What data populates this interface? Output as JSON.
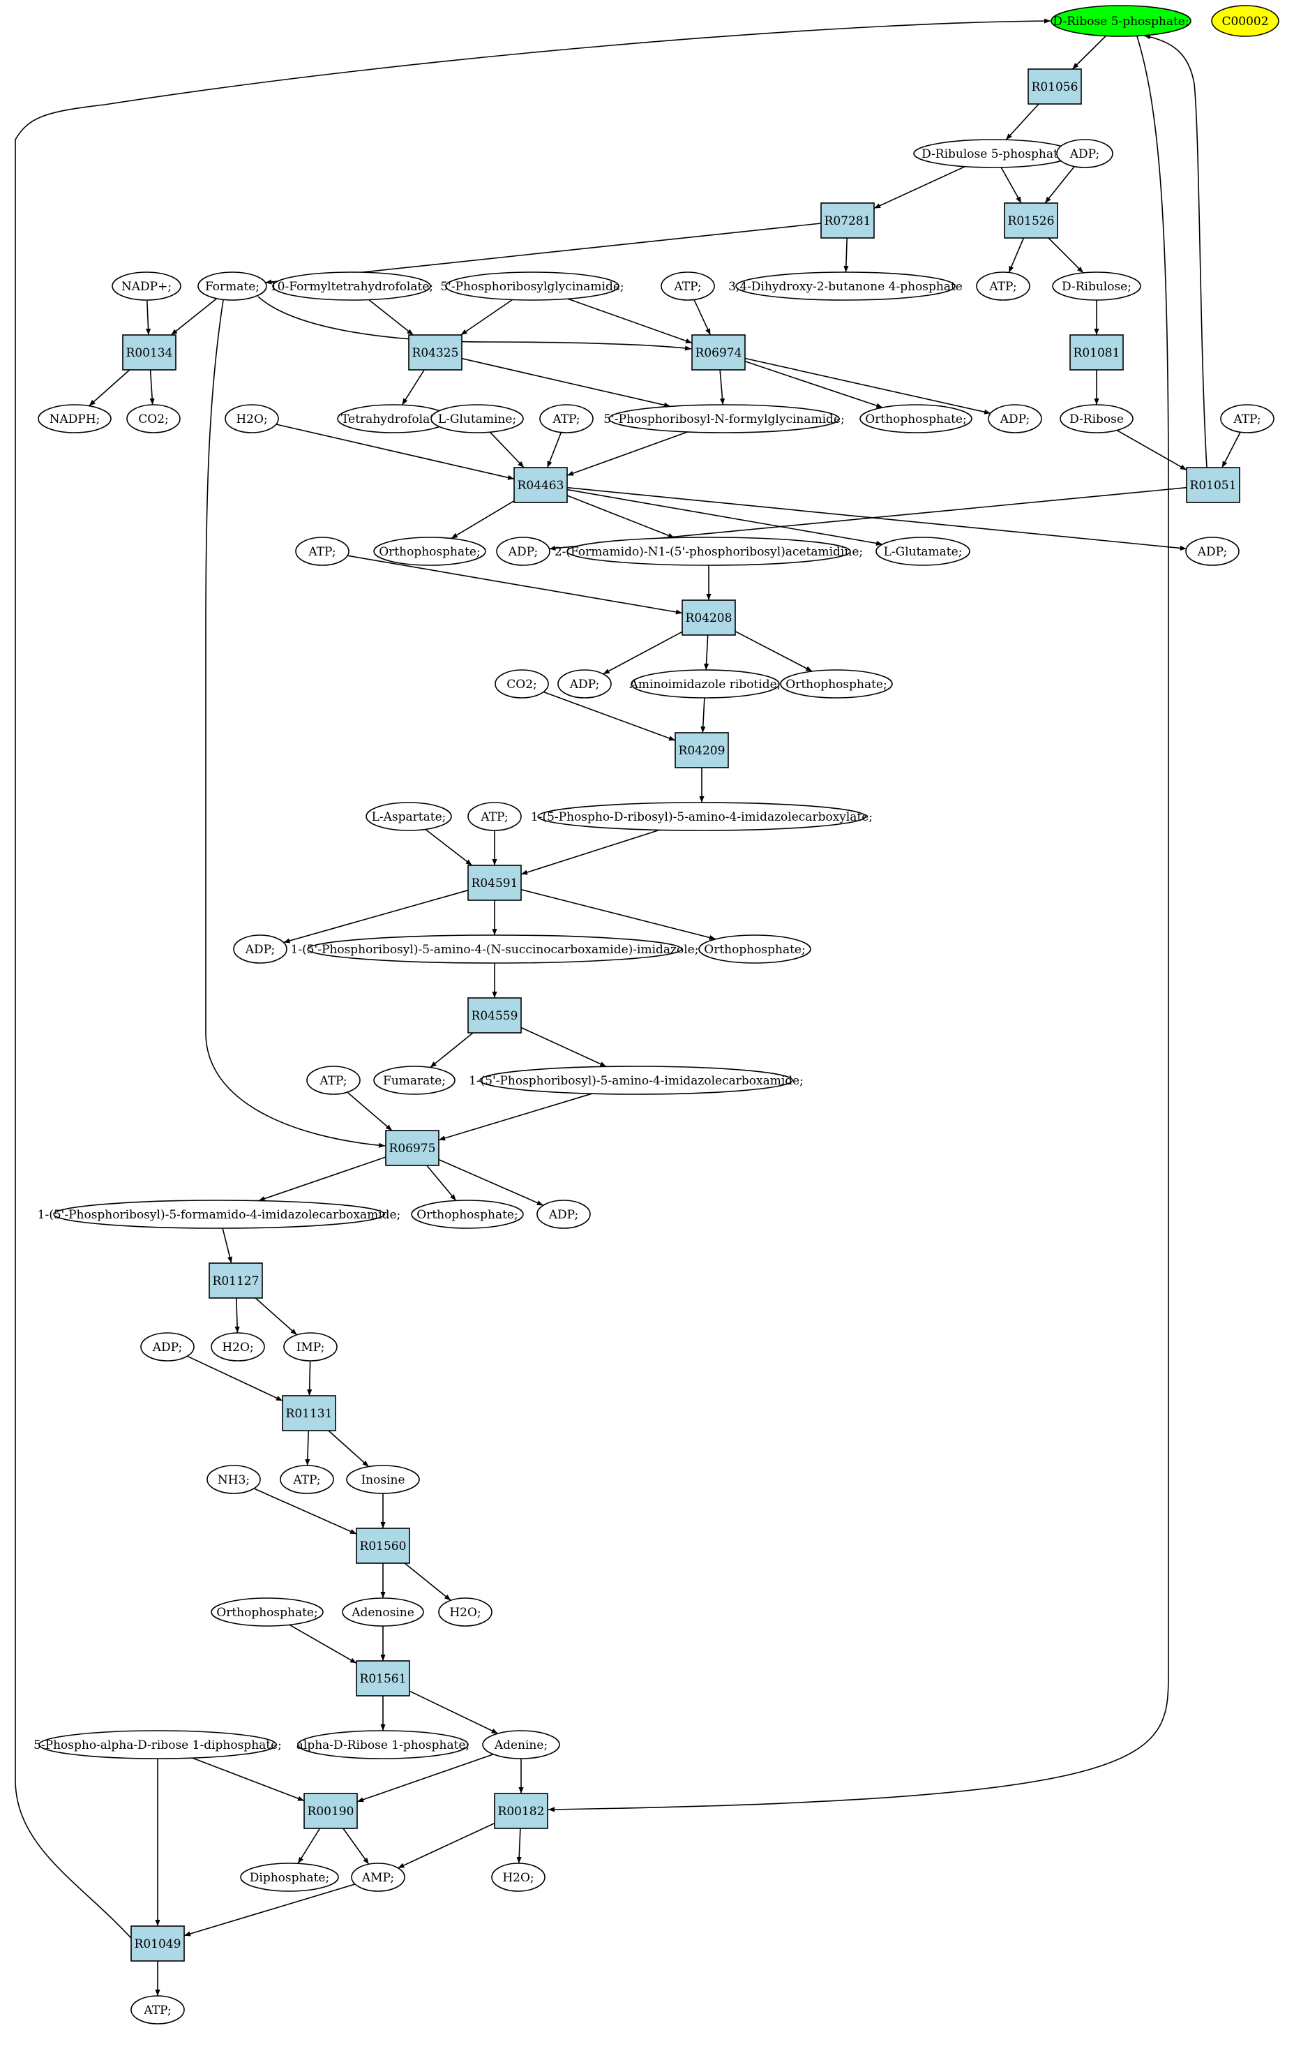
{
  "colors": {
    "reaction": "#add8e6",
    "compound": "#ffffff",
    "start": "#00ff00",
    "target": "#ffff00",
    "stroke": "#000000"
  },
  "nodes": [
    {
      "id": "c_r5p_top",
      "label": "D-Ribose 5-phosphate;",
      "kind": "compound",
      "role": "start"
    },
    {
      "id": "c_c00002",
      "label": "C00002",
      "kind": "compound",
      "role": "target"
    },
    {
      "id": "r_R01056",
      "label": "R01056",
      "kind": "reaction"
    },
    {
      "id": "c_ru5p",
      "label": "D-Ribulose 5-phosphate",
      "kind": "compound"
    },
    {
      "id": "c_adp_1",
      "label": "ADP;",
      "kind": "compound"
    },
    {
      "id": "r_R07281",
      "label": "R07281",
      "kind": "reaction"
    },
    {
      "id": "r_R01526",
      "label": "R01526",
      "kind": "reaction"
    },
    {
      "id": "c_nadp",
      "label": "NADP+;",
      "kind": "compound"
    },
    {
      "id": "c_formate",
      "label": "Formate;",
      "kind": "compound"
    },
    {
      "id": "c_10fthf",
      "label": "10-Formyltetrahydrofolate;",
      "kind": "compound"
    },
    {
      "id": "c_gar",
      "label": "5'-Phosphoribosylglycinamide;",
      "kind": "compound"
    },
    {
      "id": "c_atp_1",
      "label": "ATP;",
      "kind": "compound"
    },
    {
      "id": "c_dhbp",
      "label": "3,4-Dihydroxy-2-butanone 4-phosphate",
      "kind": "compound"
    },
    {
      "id": "c_atp_2",
      "label": "ATP;",
      "kind": "compound"
    },
    {
      "id": "c_ribulose",
      "label": "D-Ribulose;",
      "kind": "compound"
    },
    {
      "id": "r_R00134",
      "label": "R00134",
      "kind": "reaction"
    },
    {
      "id": "r_R04325",
      "label": "R04325",
      "kind": "reaction"
    },
    {
      "id": "r_R06974",
      "label": "R06974",
      "kind": "reaction"
    },
    {
      "id": "r_R01081",
      "label": "R01081",
      "kind": "reaction"
    },
    {
      "id": "c_nadph",
      "label": "NADPH;",
      "kind": "compound"
    },
    {
      "id": "c_co2_1",
      "label": "CO2;",
      "kind": "compound"
    },
    {
      "id": "c_h2o_1",
      "label": "H2O;",
      "kind": "compound"
    },
    {
      "id": "c_thf",
      "label": "Tetrahydrofolate;",
      "kind": "compound"
    },
    {
      "id": "c_gln",
      "label": "L-Glutamine;",
      "kind": "compound"
    },
    {
      "id": "c_atp_3",
      "label": "ATP;",
      "kind": "compound"
    },
    {
      "id": "c_fgar",
      "label": "5'-Phosphoribosyl-N-formylglycinamide;",
      "kind": "compound"
    },
    {
      "id": "c_pi_1",
      "label": "Orthophosphate;",
      "kind": "compound"
    },
    {
      "id": "c_adp_2",
      "label": "ADP;",
      "kind": "compound"
    },
    {
      "id": "c_ribose",
      "label": "D-Ribose",
      "kind": "compound"
    },
    {
      "id": "c_atp_4",
      "label": "ATP;",
      "kind": "compound"
    },
    {
      "id": "r_R04463",
      "label": "R04463",
      "kind": "reaction"
    },
    {
      "id": "r_R01051",
      "label": "R01051",
      "kind": "reaction"
    },
    {
      "id": "c_pi_2",
      "label": "Orthophosphate;",
      "kind": "compound"
    },
    {
      "id": "c_adp_3",
      "label": "ADP;",
      "kind": "compound"
    },
    {
      "id": "c_fgam",
      "label": "2-(Formamido)-N1-(5'-phosphoribosyl)acetamidine;",
      "kind": "compound"
    },
    {
      "id": "c_glu",
      "label": "L-Glutamate;",
      "kind": "compound"
    },
    {
      "id": "c_adp_4",
      "label": "ADP;",
      "kind": "compound"
    },
    {
      "id": "c_atp_5",
      "label": "ATP;",
      "kind": "compound"
    },
    {
      "id": "r_R04208",
      "label": "R04208",
      "kind": "reaction"
    },
    {
      "id": "c_adp_5",
      "label": "ADP;",
      "kind": "compound"
    },
    {
      "id": "c_air",
      "label": "Aminoimidazole ribotide;",
      "kind": "compound"
    },
    {
      "id": "c_pi_3",
      "label": "Orthophosphate;",
      "kind": "compound"
    },
    {
      "id": "c_co2_2",
      "label": "CO2;",
      "kind": "compound"
    },
    {
      "id": "r_R04209",
      "label": "R04209",
      "kind": "reaction"
    },
    {
      "id": "c_cair",
      "label": "1-(5-Phospho-D-ribosyl)-5-amino-4-imidazolecarboxylate;",
      "kind": "compound"
    },
    {
      "id": "c_asp",
      "label": "L-Aspartate;",
      "kind": "compound"
    },
    {
      "id": "c_atp_6",
      "label": "ATP;",
      "kind": "compound"
    },
    {
      "id": "r_R04591",
      "label": "R04591",
      "kind": "reaction"
    },
    {
      "id": "c_adp_6",
      "label": "ADP;",
      "kind": "compound"
    },
    {
      "id": "c_saicar",
      "label": "1-(5'-Phosphoribosyl)-5-amino-4-(N-succinocarboxamide)-imidazole;",
      "kind": "compound"
    },
    {
      "id": "c_pi_4",
      "label": "Orthophosphate;",
      "kind": "compound"
    },
    {
      "id": "r_R04559",
      "label": "R04559",
      "kind": "reaction"
    },
    {
      "id": "c_fumarate",
      "label": "Fumarate;",
      "kind": "compound"
    },
    {
      "id": "c_aicar",
      "label": "1-(5'-Phosphoribosyl)-5-amino-4-imidazolecarboxamide;",
      "kind": "compound"
    },
    {
      "id": "c_atp_7",
      "label": "ATP;",
      "kind": "compound"
    },
    {
      "id": "r_R06975",
      "label": "R06975",
      "kind": "reaction"
    },
    {
      "id": "c_faicar",
      "label": "1-(5'-Phosphoribosyl)-5-formamido-4-imidazolecarboxamide;",
      "kind": "compound"
    },
    {
      "id": "c_pi_5",
      "label": "Orthophosphate;",
      "kind": "compound"
    },
    {
      "id": "c_adp_7",
      "label": "ADP;",
      "kind": "compound"
    },
    {
      "id": "r_R01127",
      "label": "R01127",
      "kind": "reaction"
    },
    {
      "id": "c_adp_8",
      "label": "ADP;",
      "kind": "compound"
    },
    {
      "id": "c_h2o_2",
      "label": "H2O;",
      "kind": "compound"
    },
    {
      "id": "c_imp",
      "label": "IMP;",
      "kind": "compound"
    },
    {
      "id": "r_R01131",
      "label": "R01131",
      "kind": "reaction"
    },
    {
      "id": "c_nh3",
      "label": "NH3;",
      "kind": "compound"
    },
    {
      "id": "c_atp_8",
      "label": "ATP;",
      "kind": "compound"
    },
    {
      "id": "c_inosine",
      "label": "Inosine",
      "kind": "compound"
    },
    {
      "id": "r_R01560",
      "label": "R01560",
      "kind": "reaction"
    },
    {
      "id": "c_pi_6",
      "label": "Orthophosphate;",
      "kind": "compound"
    },
    {
      "id": "c_adenosine",
      "label": "Adenosine",
      "kind": "compound"
    },
    {
      "id": "c_h2o_3",
      "label": "H2O;",
      "kind": "compound"
    },
    {
      "id": "r_R01561",
      "label": "R01561",
      "kind": "reaction"
    },
    {
      "id": "c_prpp",
      "label": "5-Phospho-alpha-D-ribose 1-diphosphate;",
      "kind": "compound"
    },
    {
      "id": "c_r1p",
      "label": "alpha-D-Ribose 1-phosphate;",
      "kind": "compound"
    },
    {
      "id": "c_adenine",
      "label": "Adenine;",
      "kind": "compound"
    },
    {
      "id": "r_R00190",
      "label": "R00190",
      "kind": "reaction"
    },
    {
      "id": "r_R00182",
      "label": "R00182",
      "kind": "reaction"
    },
    {
      "id": "c_ppi",
      "label": "Diphosphate;",
      "kind": "compound"
    },
    {
      "id": "c_amp",
      "label": "AMP;",
      "kind": "compound"
    },
    {
      "id": "c_h2o_4",
      "label": "H2O;",
      "kind": "compound"
    },
    {
      "id": "r_R01049",
      "label": "R01049",
      "kind": "reaction"
    },
    {
      "id": "c_atp_9",
      "label": "ATP;",
      "kind": "compound"
    }
  ],
  "edges": [
    {
      "from": "c_r5p_top",
      "to": "r_R01056"
    },
    {
      "from": "r_R01056",
      "to": "c_ru5p"
    },
    {
      "from": "c_ru5p",
      "to": "r_R07281"
    },
    {
      "from": "c_ru5p",
      "to": "r_R01526"
    },
    {
      "from": "c_adp_1",
      "to": "r_R01526"
    },
    {
      "from": "r_R07281",
      "to": "c_formate"
    },
    {
      "from": "r_R07281",
      "to": "c_dhbp"
    },
    {
      "from": "r_R01526",
      "to": "c_atp_2"
    },
    {
      "from": "r_R01526",
      "to": "c_ribulose"
    },
    {
      "from": "c_ribulose",
      "to": "r_R01081"
    },
    {
      "from": "r_R01081",
      "to": "c_ribose"
    },
    {
      "from": "c_nadp",
      "to": "r_R00134"
    },
    {
      "from": "c_formate",
      "to": "r_R00134"
    },
    {
      "from": "c_formate",
      "to": "r_R06974"
    },
    {
      "from": "c_formate",
      "to": "r_R06975"
    },
    {
      "from": "r_R00134",
      "to": "c_nadph"
    },
    {
      "from": "r_R00134",
      "to": "c_co2_1"
    },
    {
      "from": "c_10fthf",
      "to": "r_R04325"
    },
    {
      "from": "c_gar",
      "to": "r_R04325"
    },
    {
      "from": "c_gar",
      "to": "r_R06974"
    },
    {
      "from": "c_atp_1",
      "to": "r_R06974"
    },
    {
      "from": "r_R04325",
      "to": "c_thf"
    },
    {
      "from": "r_R04325",
      "to": "c_fgar"
    },
    {
      "from": "r_R06974",
      "to": "c_fgar"
    },
    {
      "from": "r_R06974",
      "to": "c_pi_1"
    },
    {
      "from": "r_R06974",
      "to": "c_adp_2"
    },
    {
      "from": "c_ribose",
      "to": "r_R01051"
    },
    {
      "from": "c_atp_4",
      "to": "r_R01051"
    },
    {
      "from": "r_R01051",
      "to": "c_adp_3"
    },
    {
      "from": "r_R01051",
      "to": "c_r5p_top"
    },
    {
      "from": "c_h2o_1",
      "to": "r_R04463"
    },
    {
      "from": "c_gln",
      "to": "r_R04463"
    },
    {
      "from": "c_atp_3",
      "to": "r_R04463"
    },
    {
      "from": "c_fgar",
      "to": "r_R04463"
    },
    {
      "from": "r_R04463",
      "to": "c_pi_2"
    },
    {
      "from": "r_R04463",
      "to": "c_adp_4"
    },
    {
      "from": "r_R04463",
      "to": "c_fgam"
    },
    {
      "from": "r_R04463",
      "to": "c_glu"
    },
    {
      "from": "c_atp_5",
      "to": "r_R04208"
    },
    {
      "from": "c_fgam",
      "to": "r_R04208"
    },
    {
      "from": "r_R04208",
      "to": "c_adp_5"
    },
    {
      "from": "r_R04208",
      "to": "c_air"
    },
    {
      "from": "r_R04208",
      "to": "c_pi_3"
    },
    {
      "from": "c_co2_2",
      "to": "r_R04209"
    },
    {
      "from": "c_air",
      "to": "r_R04209"
    },
    {
      "from": "r_R04209",
      "to": "c_cair"
    },
    {
      "from": "c_asp",
      "to": "r_R04591"
    },
    {
      "from": "c_atp_6",
      "to": "r_R04591"
    },
    {
      "from": "c_cair",
      "to": "r_R04591"
    },
    {
      "from": "r_R04591",
      "to": "c_adp_6"
    },
    {
      "from": "r_R04591",
      "to": "c_saicar"
    },
    {
      "from": "r_R04591",
      "to": "c_pi_4"
    },
    {
      "from": "c_saicar",
      "to": "r_R04559"
    },
    {
      "from": "r_R04559",
      "to": "c_fumarate"
    },
    {
      "from": "r_R04559",
      "to": "c_aicar"
    },
    {
      "from": "c_atp_7",
      "to": "r_R06975"
    },
    {
      "from": "c_aicar",
      "to": "r_R06975"
    },
    {
      "from": "r_R06975",
      "to": "c_faicar"
    },
    {
      "from": "r_R06975",
      "to": "c_pi_5"
    },
    {
      "from": "r_R06975",
      "to": "c_adp_7"
    },
    {
      "from": "c_faicar",
      "to": "r_R01127"
    },
    {
      "from": "r_R01127",
      "to": "c_h2o_2"
    },
    {
      "from": "r_R01127",
      "to": "c_imp"
    },
    {
      "from": "c_adp_8",
      "to": "r_R01131"
    },
    {
      "from": "c_imp",
      "to": "r_R01131"
    },
    {
      "from": "r_R01131",
      "to": "c_atp_8"
    },
    {
      "from": "r_R01131",
      "to": "c_inosine"
    },
    {
      "from": "c_nh3",
      "to": "r_R01560"
    },
    {
      "from": "c_inosine",
      "to": "r_R01560"
    },
    {
      "from": "r_R01560",
      "to": "c_adenosine"
    },
    {
      "from": "r_R01560",
      "to": "c_h2o_3"
    },
    {
      "from": "c_pi_6",
      "to": "r_R01561"
    },
    {
      "from": "c_adenosine",
      "to": "r_R01561"
    },
    {
      "from": "r_R01561",
      "to": "c_r1p"
    },
    {
      "from": "r_R01561",
      "to": "c_adenine"
    },
    {
      "from": "c_prpp",
      "to": "r_R00190"
    },
    {
      "from": "c_prpp",
      "to": "r_R01049"
    },
    {
      "from": "c_adenine",
      "to": "r_R00190"
    },
    {
      "from": "c_adenine",
      "to": "r_R00182"
    },
    {
      "from": "c_r5p_top",
      "to": "r_R00182"
    },
    {
      "from": "r_R00190",
      "to": "c_ppi"
    },
    {
      "from": "r_R00190",
      "to": "c_amp"
    },
    {
      "from": "r_R00182",
      "to": "c_amp"
    },
    {
      "from": "r_R00182",
      "to": "c_h2o_4"
    },
    {
      "from": "c_amp",
      "to": "r_R01049"
    },
    {
      "from": "r_R01049",
      "to": "c_atp_9"
    },
    {
      "from": "r_R01049",
      "to": "c_r5p_top"
    }
  ]
}
